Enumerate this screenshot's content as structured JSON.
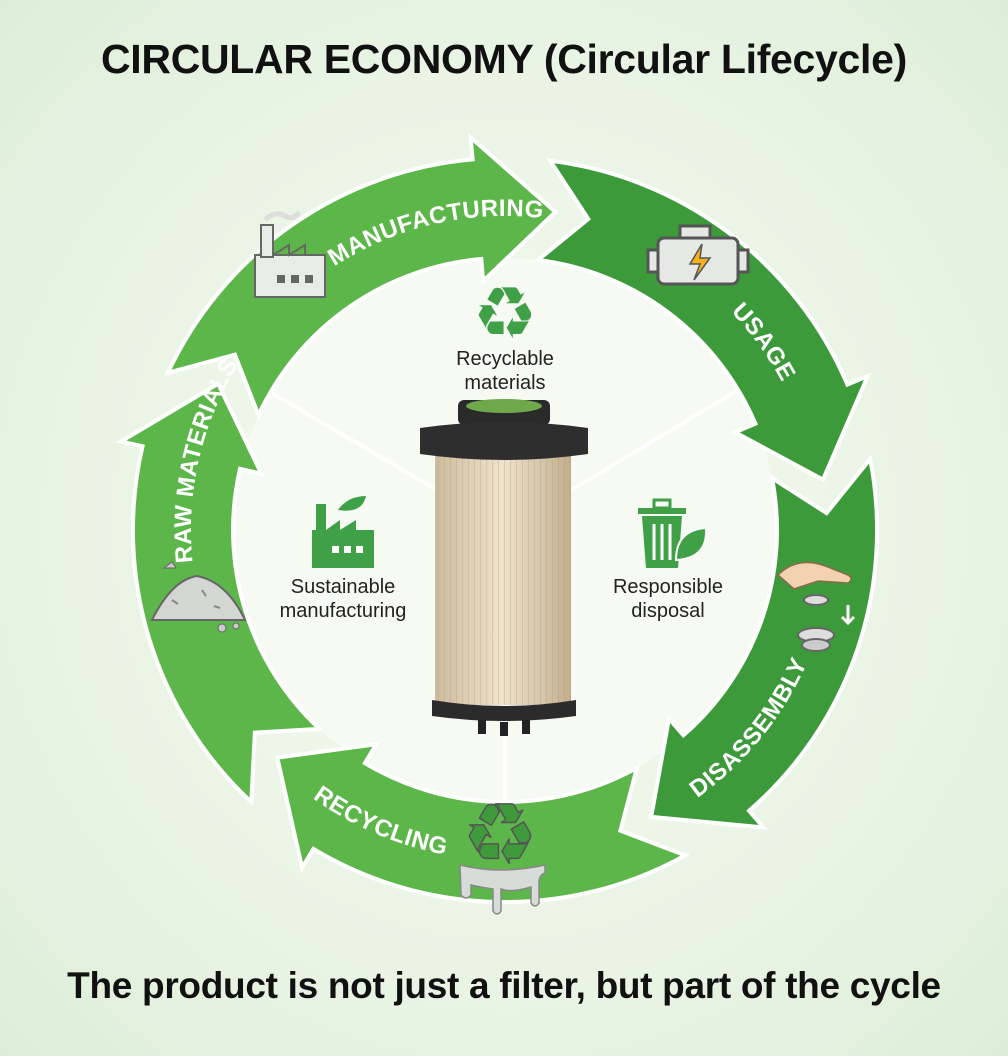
{
  "title": "CIRCULAR ECONOMY (Circular Lifecycle)",
  "tagline": "The product is not just a filter, but part of the cycle",
  "colors": {
    "light_green": "#5db64a",
    "dark_green": "#3d9a3a",
    "icon_green": "#3fa047"
  },
  "stages": [
    {
      "label": "RAW MATERIALS",
      "icon": "material-pile-icon"
    },
    {
      "label": "MANUFACTURING",
      "icon": "factory-icon"
    },
    {
      "label": "USAGE",
      "icon": "engine-icon"
    },
    {
      "label": "DISASSEMBLY",
      "icon": "hand-disassembly-icon"
    },
    {
      "label": "RECYCLING",
      "icon": "recycle-melt-icon"
    }
  ],
  "center": [
    {
      "line1": "Recyclable",
      "line2": "materials",
      "icon": "recycle-icon"
    },
    {
      "line1": "Sustainable",
      "line2": "manufacturing",
      "icon": "eco-factory-icon"
    },
    {
      "line1": "Responsible",
      "line2": "disposal",
      "icon": "trash-leaf-icon"
    }
  ]
}
